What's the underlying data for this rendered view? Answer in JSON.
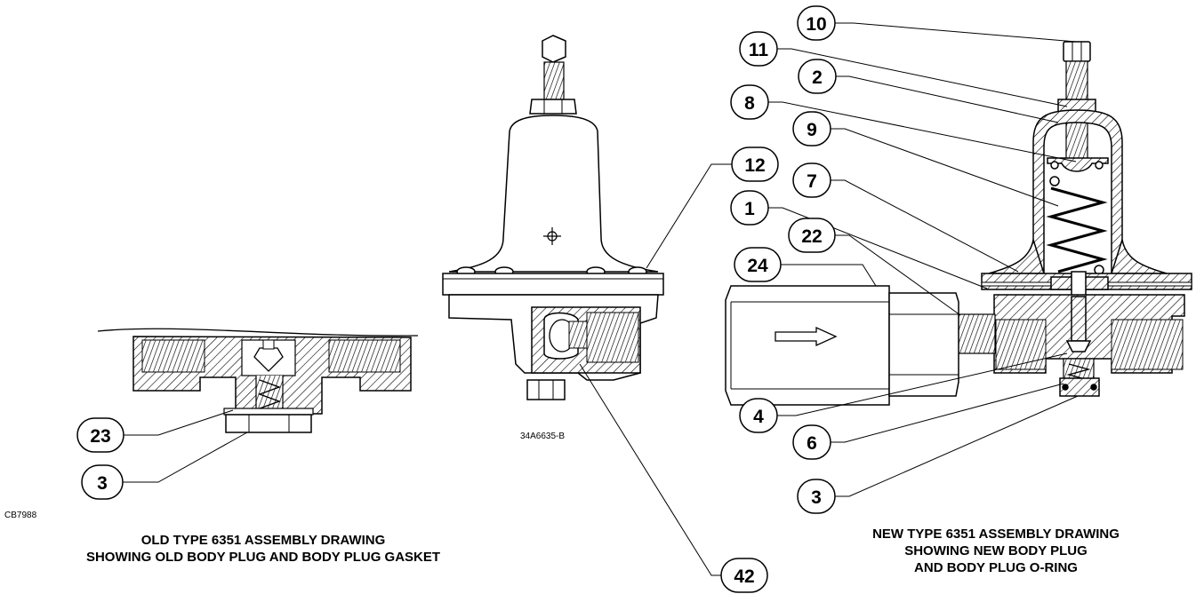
{
  "drawing_code": "CB7988",
  "part_code": "34A6635-B",
  "old_caption": {
    "line1": "OLD TYPE 6351 ASSEMBLY DRAWING",
    "line2": "SHOWING OLD BODY PLUG AND BODY PLUG GASKET"
  },
  "new_caption": {
    "line1": "NEW TYPE 6351 ASSEMBLY DRAWING",
    "line2": "SHOWING NEW BODY PLUG",
    "line3": "AND BODY PLUG O-RING"
  },
  "balloons": {
    "b10": "10",
    "b11": "11",
    "b2": "2",
    "b8": "8",
    "b9": "9",
    "b12": "12",
    "b7": "7",
    "b1": "1",
    "b22": "22",
    "b24": "24",
    "b4": "4",
    "b6": "6",
    "b3_new": "3",
    "b42": "42",
    "b23": "23",
    "b3_old": "3"
  }
}
